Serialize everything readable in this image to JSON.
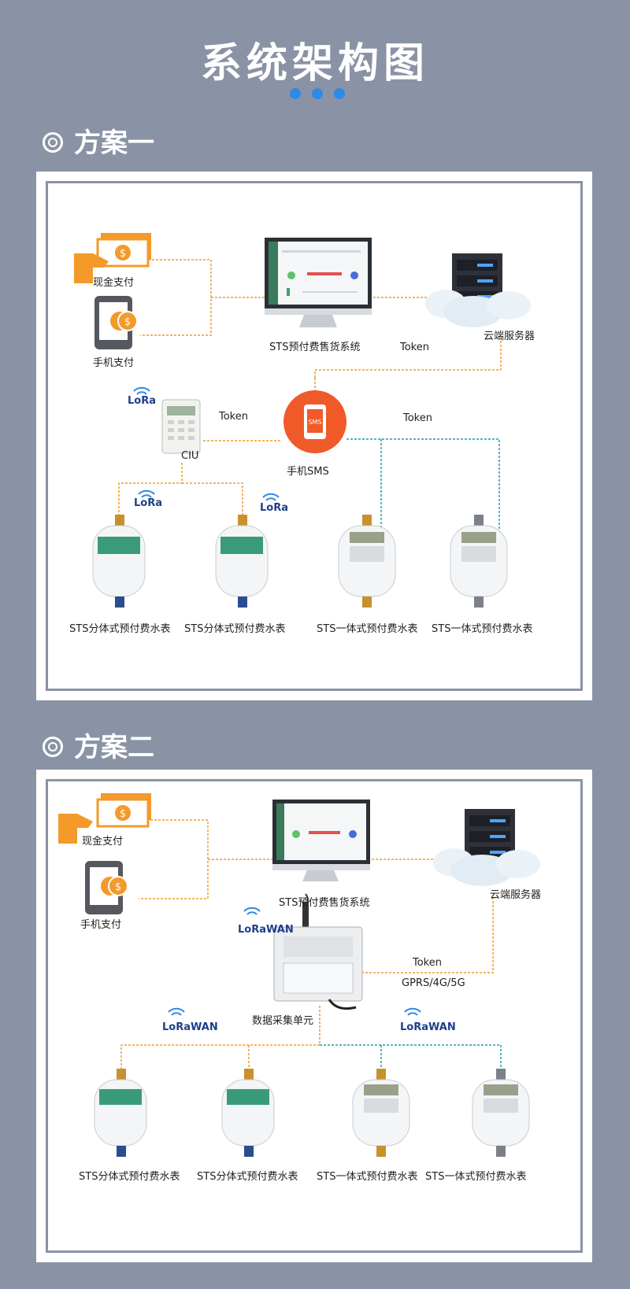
{
  "page_title": "系统架构图",
  "accent_color": "#2d8be6",
  "line_colors": {
    "orange": "#f39a2a",
    "teal": "#1a9fb0"
  },
  "scheme1": {
    "heading": "方案一",
    "cash_pay": "现金支付",
    "mobile_pay": "手机支付",
    "system": "STS预付费售货系统",
    "cloud": "云端服务器",
    "token_top": "Token",
    "token_left": "Token",
    "token_right": "Token",
    "sms": "手机SMS",
    "ciu": "CIU",
    "lora_a": "LoRa",
    "lora_b": "LoRa",
    "lora_c": "LoRa",
    "meter1": "STS分体式预付费水表",
    "meter2": "STS分体式预付费水表",
    "meter3": "STS一体式预付费水表",
    "meter4": "STS一体式预付费水表"
  },
  "scheme2": {
    "heading": "方案二",
    "cash_pay": "现金支付",
    "mobile_pay": "手机支付",
    "system": "STS预付费售货系统",
    "cloud": "云端服务器",
    "lorawan_top": "LoRaWAN",
    "lorawan_left": "LoRaWAN",
    "lorawan_right": "LoRaWAN",
    "token": "Token",
    "network": "GPRS/4G/5G",
    "dcu": "数据采集单元",
    "meter1": "STS分体式预付费水表",
    "meter2": "STS分体式预付费水表",
    "meter3": "STS一体式预付费水表",
    "meter4": "STS一体式预付费水表"
  }
}
